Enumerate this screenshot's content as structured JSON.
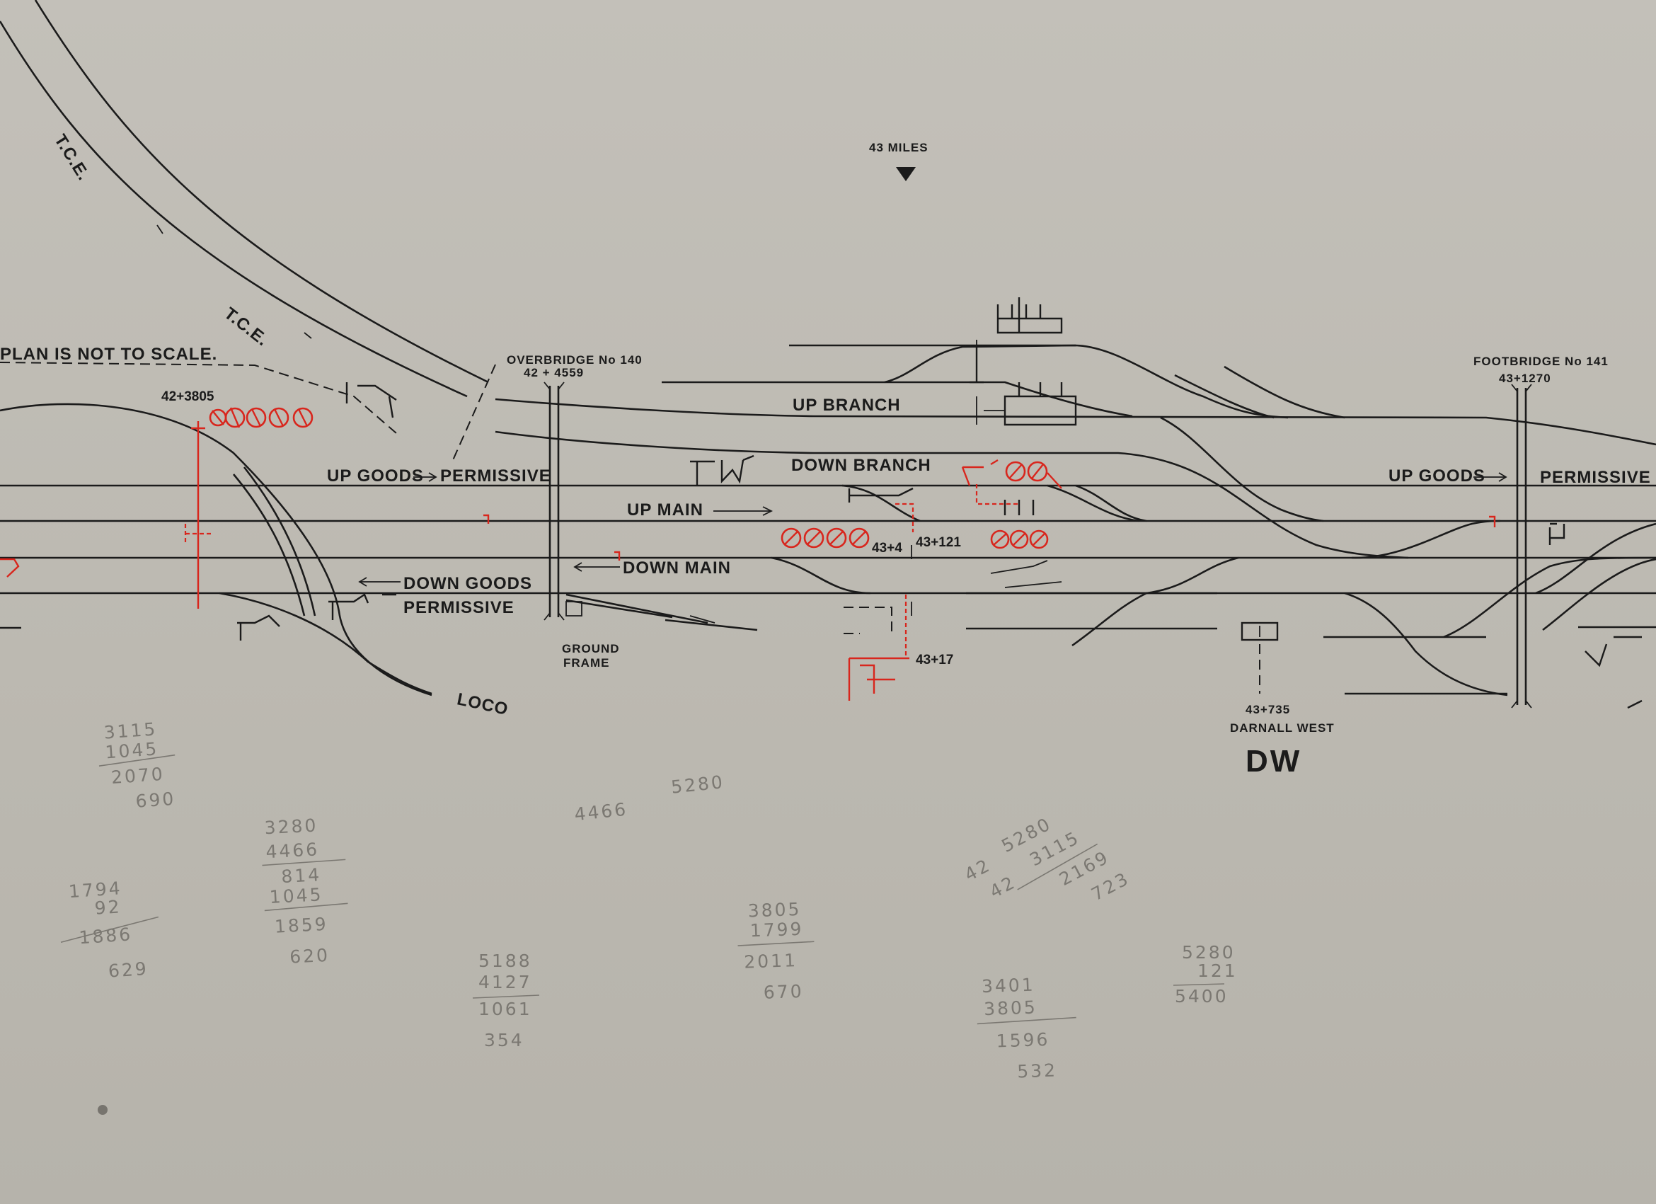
{
  "labels": {
    "scale_note": "PLAN IS NOT TO SCALE.",
    "tce_top": "T.C.E.",
    "tce_mid": "T.C.E.",
    "miles_marker": "43 MILES",
    "up_branch": "UP BRANCH",
    "down_branch": "DOWN BRANCH",
    "up_goods_left": "UP GOODS",
    "permissive_left": "PERMISSIVE",
    "up_main": "UP MAIN",
    "down_main": "DOWN MAIN",
    "down_goods": "DOWN GOODS",
    "permissive_down": "PERMISSIVE",
    "up_goods_right": "UP GOODS",
    "permissive_right": "PERMISSIVE",
    "loco": "LOCO",
    "ground_frame_1": "GROUND",
    "ground_frame_2": "FRAME",
    "overbridge_name": "OVERBRIDGE No 140",
    "overbridge_km": "42 + 4559",
    "footbridge_name": "FOOTBRIDGE No 141",
    "footbridge_km": "43+1270",
    "box_name": "DARNALL WEST",
    "box_km": "43+735",
    "box_code": "DW"
  },
  "mileages": {
    "m1": "42+3805",
    "m2": "43+4",
    "m3": "43+121",
    "m4": "43+17"
  },
  "pencil_notes": {
    "g1": [
      "3115",
      "1045",
      "2070",
      "690"
    ],
    "g2": [
      "4466",
      "5280"
    ],
    "g3": [
      "3280",
      "4466",
      "814",
      "1045",
      "1859",
      "620"
    ],
    "g4": [
      "1794",
      "92",
      "1886",
      "629"
    ],
    "g5": [
      "3805",
      "1799",
      "2011",
      "670"
    ],
    "g6": [
      "5188",
      "4127",
      "1061",
      "354"
    ],
    "g7": [
      "5280",
      "3115",
      "2169",
      "723"
    ],
    "g8": [
      "42",
      "42"
    ],
    "g9": [
      "3401",
      "3805",
      "1596",
      "532"
    ],
    "g10": [
      "5280",
      "121",
      "5400"
    ]
  },
  "colors": {
    "paper": "#bdbab2",
    "ink": "#1b1b1b",
    "red_ink": "#d8261d",
    "pencil": "#7b7872"
  }
}
